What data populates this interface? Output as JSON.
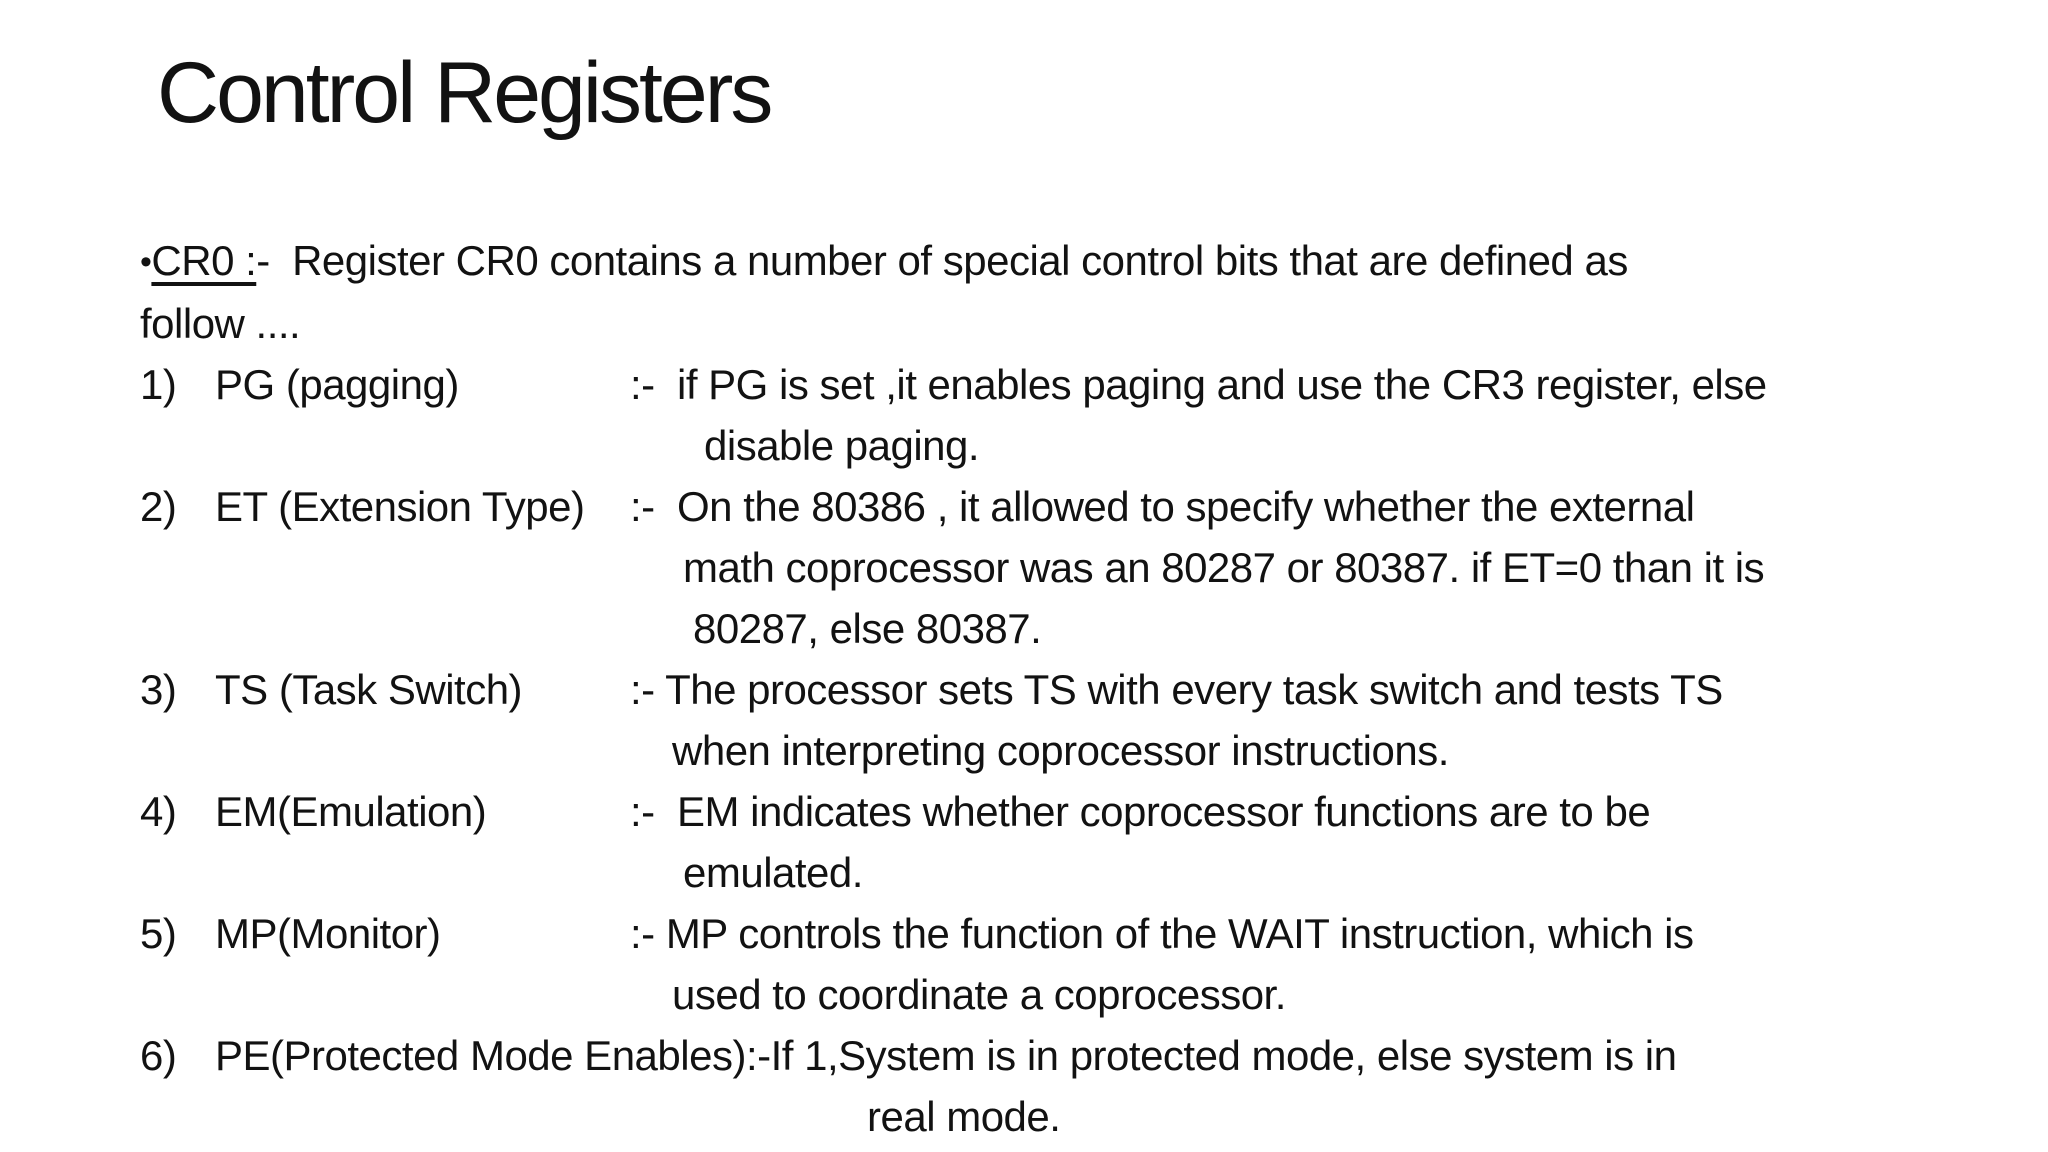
{
  "slide": {
    "title": "Control Registers",
    "intro": {
      "bullet": "•",
      "term_underlined": "CR0 :",
      "text": "-  Register CR0 contains a number of special control bits that are defined as",
      "line2": "follow ...."
    },
    "items": [
      {
        "num": "1)",
        "term": "PG (pagging)",
        "def": ":-  if PG is set ,it enables paging and use the CR3 register, else",
        "cont": [
          "disable paging."
        ]
      },
      {
        "num": "2)",
        "term": "ET (Extension Type)",
        "def": ":-  On the 80386 , it allowed to specify whether the external",
        "cont": [
          "math coprocessor was an 80287 or 80387. if ET=0 than it is",
          "80287, else 80387."
        ]
      },
      {
        "num": "3)",
        "term": "TS (Task Switch)",
        "def": ":- The processor sets TS with every task switch and tests TS",
        "cont": [
          "when interpreting coprocessor instructions."
        ]
      },
      {
        "num": "4)",
        "term": "EM(Emulation)",
        "def": ":-  EM indicates whether coprocessor functions are to be",
        "cont": [
          "emulated."
        ]
      },
      {
        "num": "5)",
        "term": "MP(Monitor)",
        "def": ":- MP controls the function of the WAIT instruction, which is",
        "cont": [
          "used to coordinate a coprocessor."
        ]
      },
      {
        "num": "6)",
        "term": "PE(Protected Mode Enables)",
        "def": ":-If 1,System is in protected mode, else system is in",
        "cont": [
          "real mode."
        ]
      }
    ],
    "colors": {
      "background": "#ffffff",
      "text": "#121212"
    }
  }
}
